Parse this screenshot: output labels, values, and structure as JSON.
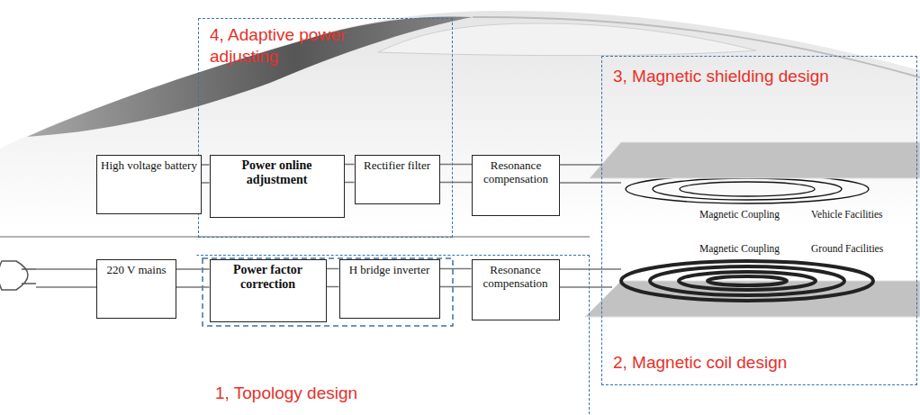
{
  "diagram": {
    "nodes": [
      {
        "text": [
          "4, Adaptive power adjusting"
        ]
      },
      {
        "text": [
          "High voltage battery"
        ]
      },
      {
        "text": [
          "Power online adjustment"
        ],
        "in": 0
      },
      {
        "text": [
          "Rectifier filter"
        ],
        "in": 0
      },
      {
        "text": [
          "Resonance compensation"
        ]
      },
      {
        "text": [
          "3, Magnetic shielding design",
          "2, Magnetic coil design"
        ]
      },
      {
        "text": [
          "1, Topology design"
        ]
      },
      {
        "text": [
          "220 V mains"
        ]
      },
      {
        "text": [
          "Power factor correction"
        ],
        "in": 6
      },
      {
        "text": [
          "H bridge inverter"
        ],
        "in": 6
      },
      {
        "text": [
          "Resonance compensation"
        ],
        "in": 6
      }
    ],
    "edges": [
      {
        "from": 1,
        "to": 2,
        "arrow": "none"
      },
      {
        "from": 2,
        "to": 3,
        "arrow": "none"
      },
      {
        "from": 3,
        "to": 4,
        "arrow": "none"
      },
      {
        "from": 7,
        "to": 8,
        "arrow": "none"
      },
      {
        "from": 8,
        "to": 9,
        "arrow": "none"
      },
      {
        "from": 9,
        "to": 10,
        "arrow": "none"
      }
    ],
    "labels": [
      "Magnetic Coupling",
      "Vehicle Facilities",
      "Magnetic Coupling",
      "Ground Facilities"
    ]
  }
}
